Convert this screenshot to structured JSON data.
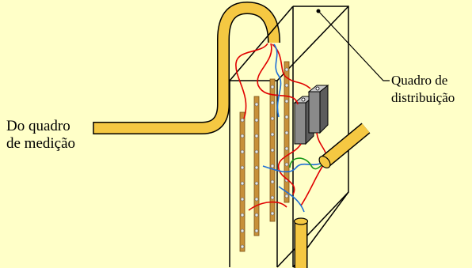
{
  "labels": {
    "source_line1": "Do quadro",
    "source_line2": "de medição",
    "panel_line1": "Quadro de",
    "panel_line2": "distribuição"
  },
  "colors": {
    "background": "#ffffc8",
    "conduit": "#f5c842",
    "bus_bar": "#c7903a",
    "breaker": "#8a8a8a",
    "wire_phase": "#e00000",
    "wire_neutral": "#1e6fd6",
    "wire_ground": "#1a9a1a"
  }
}
